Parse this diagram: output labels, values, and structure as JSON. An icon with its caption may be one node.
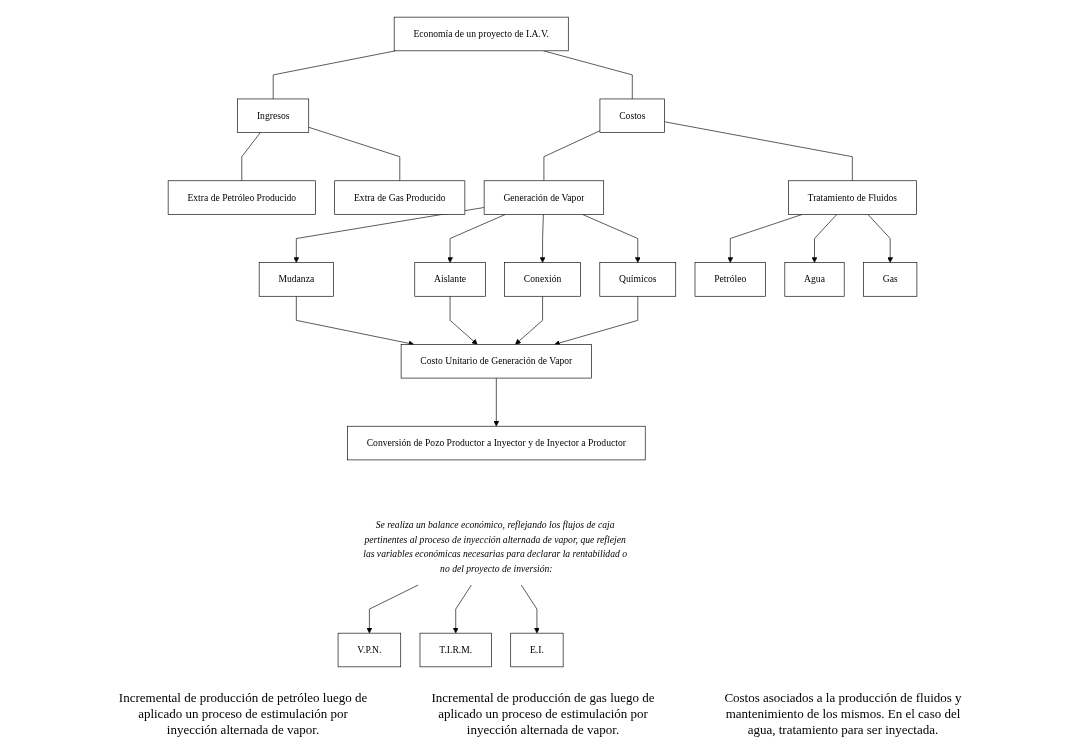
{
  "diagram": {
    "nodes": [
      {
        "text": [
          "Economía de un proyecto de I.A.V."
        ]
      },
      {
        "text": [
          "Ingresos"
        ]
      },
      {
        "text": [
          "Costos"
        ]
      },
      {
        "text": [
          "Extra de Petróleo Producido"
        ]
      },
      {
        "text": [
          "Extra de Gas Producido"
        ]
      },
      {
        "text": [
          "Generación de Vapor"
        ]
      },
      {
        "text": [
          "Tratamiento de Fluidos"
        ]
      },
      {
        "text": [
          "Mudanza"
        ]
      },
      {
        "text": [
          "Aislante"
        ]
      },
      {
        "text": [
          "Conexión"
        ]
      },
      {
        "text": [
          "Químicos"
        ]
      },
      {
        "text": [
          "Petróleo"
        ]
      },
      {
        "text": [
          "Agua"
        ]
      },
      {
        "text": [
          "Gas"
        ]
      },
      {
        "text": [
          "Costo Unitario de Generación de Vapor"
        ]
      },
      {
        "text": [
          "Conversión de Pozo Productor a Inyector y de Inyector a Productor"
        ]
      },
      {
        "text": [
          "Se realiza un balance económico, reflejando los flujos de caja pertinentes al proceso de inyección alternada de vapor, que reflejen las variables económicas necesarias para declarar la rentabilidad o no del proyecto de inversión:"
        ]
      },
      {
        "text": [
          "V.P.N."
        ]
      },
      {
        "text": [
          "T.I.R.M."
        ]
      },
      {
        "text": [
          "E.I."
        ]
      }
    ],
    "edges": [
      {
        "from": 0,
        "to": 1,
        "arrow": "none"
      },
      {
        "from": 0,
        "to": 2,
        "arrow": "none"
      },
      {
        "from": 1,
        "to": 3,
        "arrow": "none"
      },
      {
        "from": 1,
        "to": 4,
        "arrow": "none"
      },
      {
        "from": 2,
        "to": 5,
        "arrow": "none"
      },
      {
        "from": 2,
        "to": 6,
        "arrow": "none"
      },
      {
        "from": 5,
        "to": 7,
        "arrow": "to"
      },
      {
        "from": 5,
        "to": 8,
        "arrow": "to"
      },
      {
        "from": 5,
        "to": 9,
        "arrow": "to"
      },
      {
        "from": 5,
        "to": 10,
        "arrow": "to"
      },
      {
        "from": 6,
        "to": 11,
        "arrow": "to"
      },
      {
        "from": 6,
        "to": 12,
        "arrow": "to"
      },
      {
        "from": 6,
        "to": 13,
        "arrow": "to"
      },
      {
        "from": 7,
        "to": 14,
        "arrow": "to"
      },
      {
        "from": 8,
        "to": 14,
        "arrow": "to"
      },
      {
        "from": 9,
        "to": 14,
        "arrow": "to"
      },
      {
        "from": 10,
        "to": 14,
        "arrow": "to"
      },
      {
        "from": 14,
        "to": 15,
        "arrow": "to"
      },
      {
        "from": 16,
        "to": 17,
        "arrow": "to"
      },
      {
        "from": 16,
        "to": 18,
        "arrow": "to"
      },
      {
        "from": 16,
        "to": 19,
        "arrow": "to"
      }
    ],
    "labels": [
      "Incremental de producción de petróleo luego de aplicado un proceso de estimulación por inyección alternada de vapor.",
      "Incremental de producción de gas luego de aplicado un proceso de estimulación por inyección alternada de vapor.",
      "Costos asociados a la producción de fluidos y mantenimiento de los mismos. En el caso del agua, tratamiento para ser inyectada."
    ]
  }
}
